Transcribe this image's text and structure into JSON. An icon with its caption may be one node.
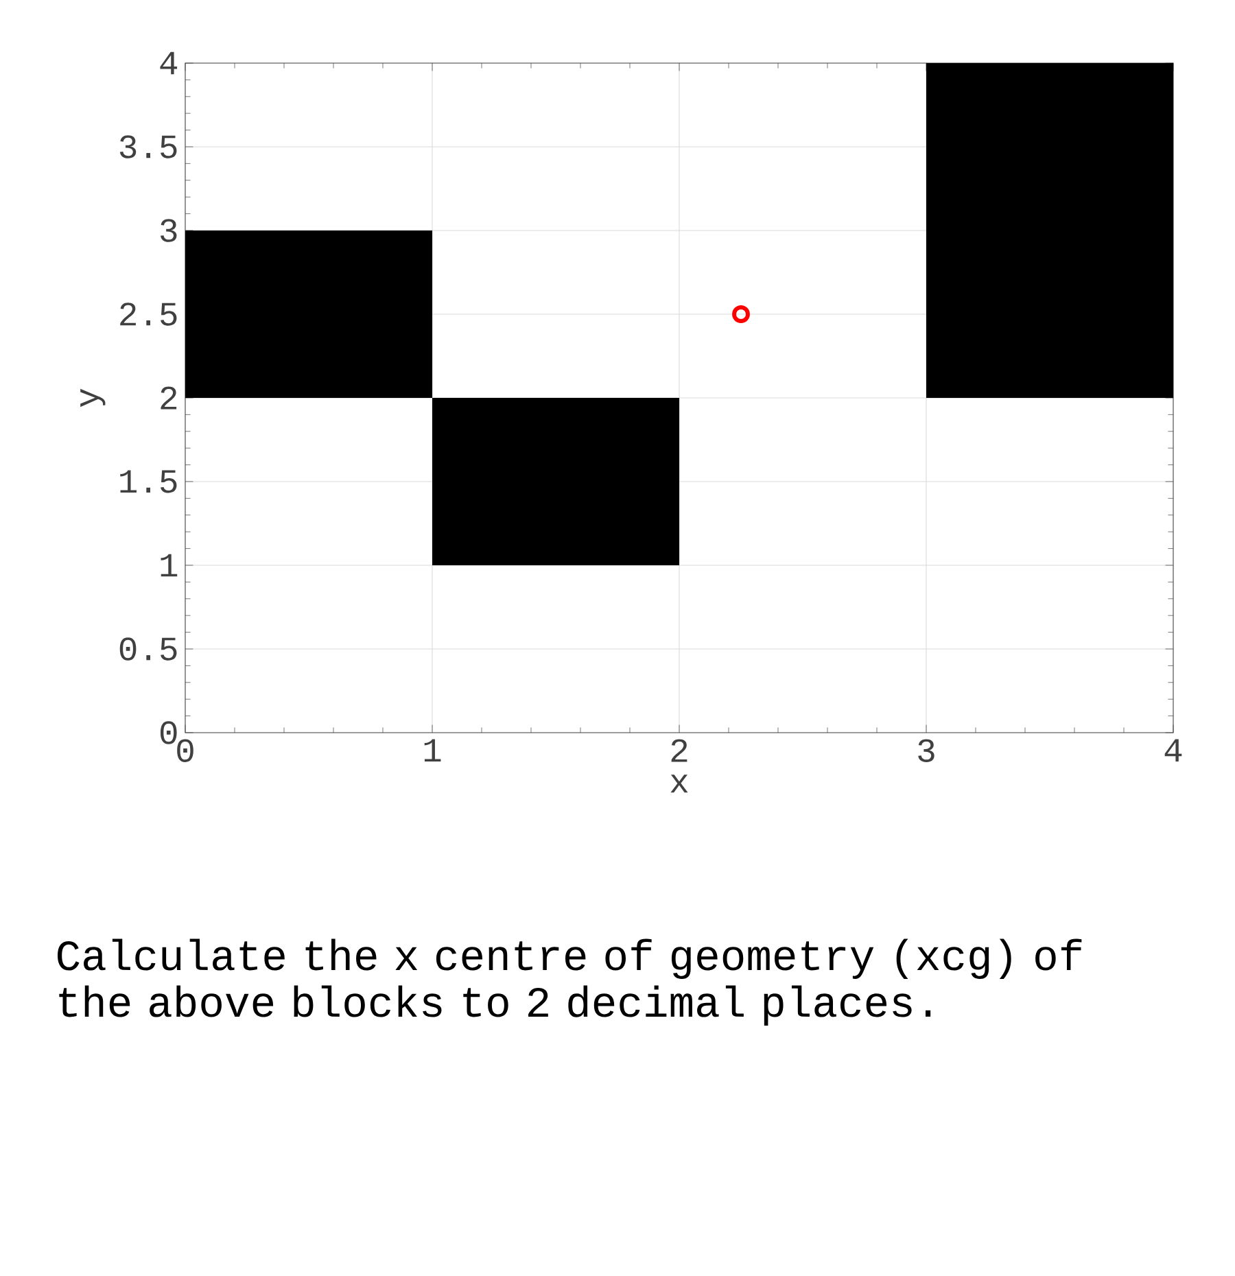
{
  "diagram": {
    "caption": "Calculate the x centre of geometry (xcg) of the above blocks to 2 decimal places.",
    "chart_data": {
      "type": "scatter",
      "xlabel": "x",
      "ylabel": "y",
      "x": [
        2.25
      ],
      "series": [
        {
          "color": "#ff0000",
          "values": [
            2.5
          ]
        }
      ],
      "xlim": [
        0,
        4
      ],
      "ylim": [
        0,
        4
      ],
      "xticks": [
        {
          "value": 0,
          "label": "0"
        },
        {
          "value": 1,
          "label": "1"
        },
        {
          "value": 2,
          "label": "2"
        },
        {
          "value": 3,
          "label": "3"
        },
        {
          "value": 4,
          "label": "4"
        }
      ],
      "yticks": [
        {
          "value": 0,
          "label": "0"
        },
        {
          "value": 0.5,
          "label": "0.5"
        },
        {
          "value": 1,
          "label": "1"
        },
        {
          "value": 1.5,
          "label": "1.5"
        },
        {
          "value": 2,
          "label": "2"
        },
        {
          "value": 2.5,
          "label": "2.5"
        },
        {
          "value": 3,
          "label": "3"
        },
        {
          "value": 3.5,
          "label": "3.5"
        },
        {
          "value": 4,
          "label": "4"
        }
      ],
      "grid": true
    },
    "nodes": [
      {
        "text": [],
        "shape": "box"
      },
      {
        "text": [],
        "shape": "box"
      },
      {
        "text": [],
        "shape": "box"
      }
    ]
  }
}
